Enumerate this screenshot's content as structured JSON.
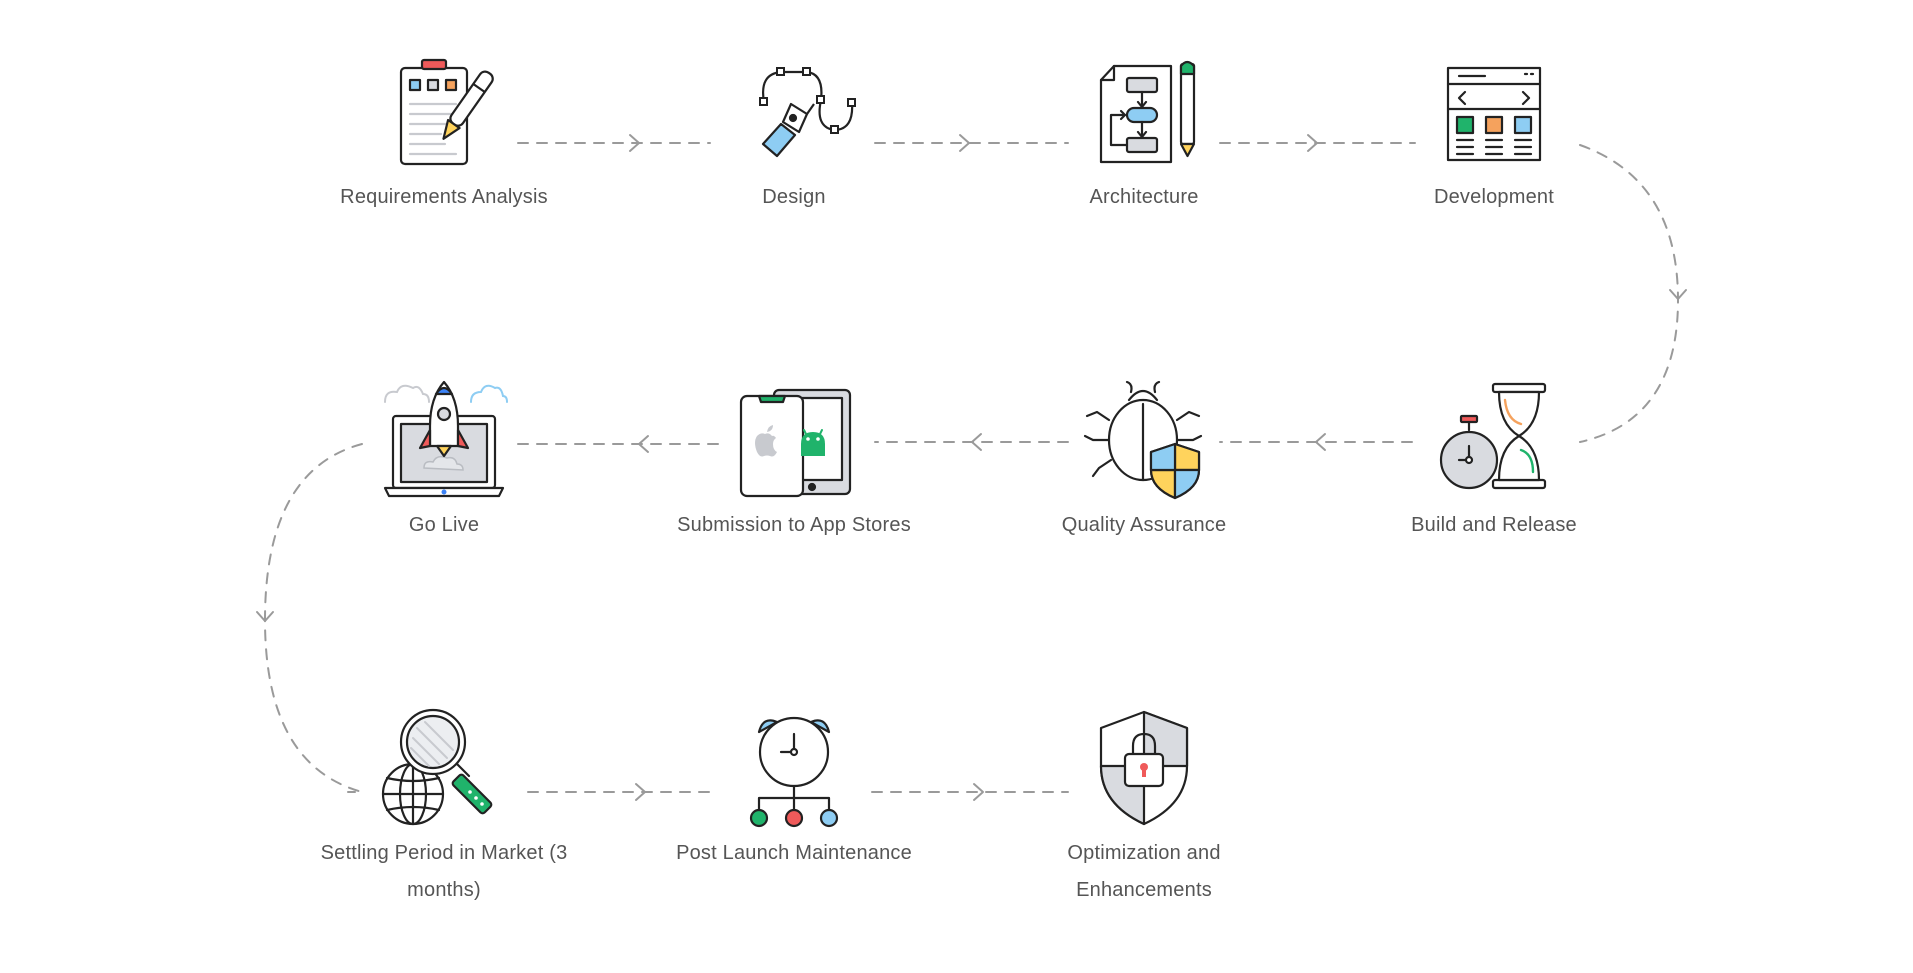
{
  "steps": [
    {
      "label": "Requirements Analysis",
      "icon": "clipboard-pen-icon"
    },
    {
      "label": "Design",
      "icon": "pen-tool-icon"
    },
    {
      "label": "Architecture",
      "icon": "flowchart-document-icon"
    },
    {
      "label": "Development",
      "icon": "code-browser-window-icon"
    },
    {
      "label": "Go Live",
      "icon": "rocket-laptop-icon"
    },
    {
      "label": "Submission to App Stores",
      "icon": "ios-android-devices-icon"
    },
    {
      "label": "Quality Assurance",
      "icon": "bug-shield-icon"
    },
    {
      "label": "Build and Release",
      "icon": "stopwatch-hourglass-icon"
    },
    {
      "label": "Settling Period in Market (3 months)",
      "icon": "globe-magnifier-icon"
    },
    {
      "label": "Post Launch Maintenance",
      "icon": "alarm-clock-network-icon"
    },
    {
      "label": "Optimization and Enhancements",
      "icon": "security-shield-lock-icon"
    }
  ],
  "colors": {
    "connector": "#9a9a9a",
    "outline": "#222222",
    "green": "#20b36b",
    "orange": "#f5a25d",
    "blue": "#8ecdf3",
    "red": "#ef5a5a",
    "grey_fill": "#d9dbe0",
    "yellow": "#ffd35c"
  }
}
